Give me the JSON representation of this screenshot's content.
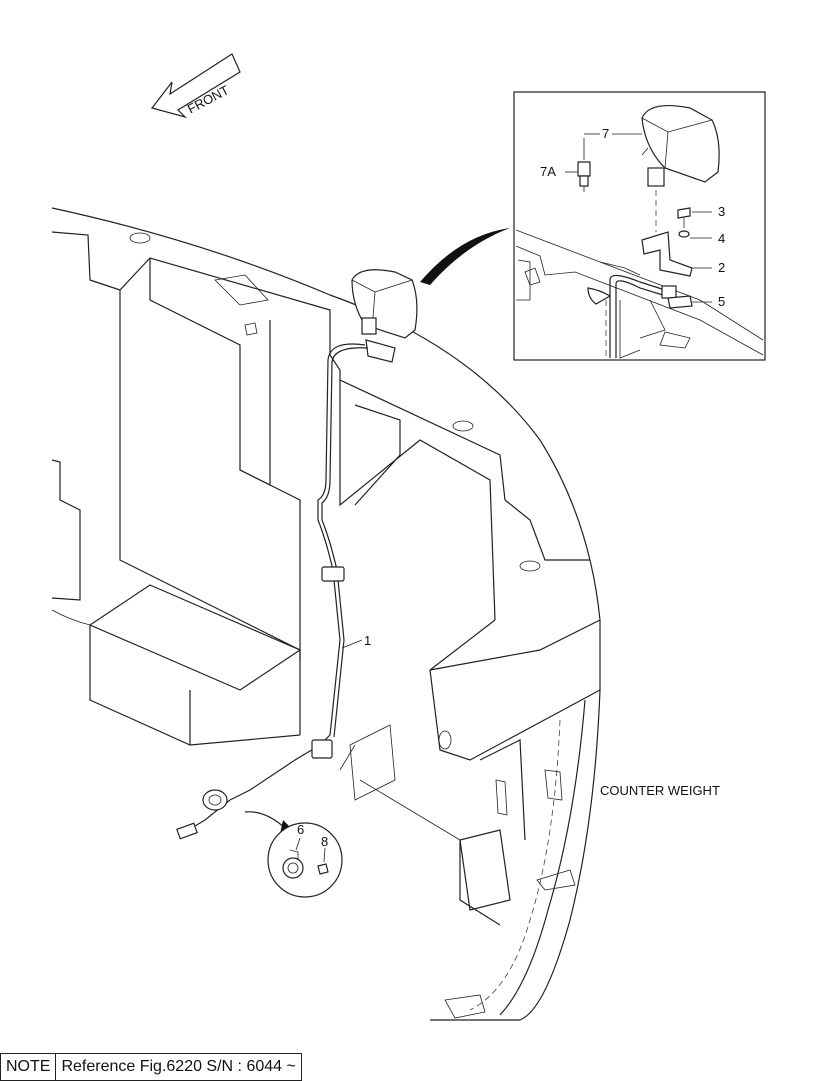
{
  "front_label": "FRONT",
  "callouts": {
    "c1": "1",
    "c2": "2",
    "c3": "3",
    "c4": "4",
    "c5": "5",
    "c6": "6",
    "c7": "7",
    "c7a": "7A",
    "c8": "8"
  },
  "counterweight_label": "COUNTER WEIGHT",
  "note": {
    "label": "NOTE",
    "text": "Reference Fig.6220  S/N : 6044 ~"
  }
}
